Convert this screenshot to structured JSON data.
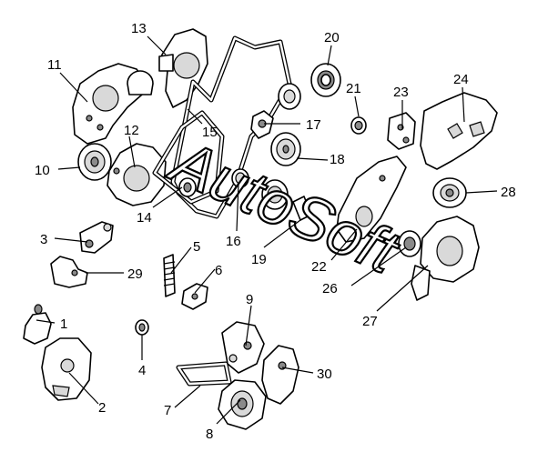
{
  "labels": {
    "l1": "1",
    "l2": "2",
    "l3": "3",
    "l4": "4",
    "l5": "5",
    "l6": "6",
    "l7": "7",
    "l8": "8",
    "l9": "9",
    "l10": "10",
    "l11": "11",
    "l12": "12",
    "l13": "13",
    "l14": "14",
    "l15": "15",
    "l16": "16",
    "l17": "17",
    "l18": "18",
    "l19": "19",
    "l20": "20",
    "l21": "21",
    "l22": "22",
    "l23": "23",
    "l24": "24",
    "l26": "26",
    "l27": "27",
    "l28": "28",
    "l29": "29",
    "l30": "30"
  },
  "watermark": "AutoSoft"
}
